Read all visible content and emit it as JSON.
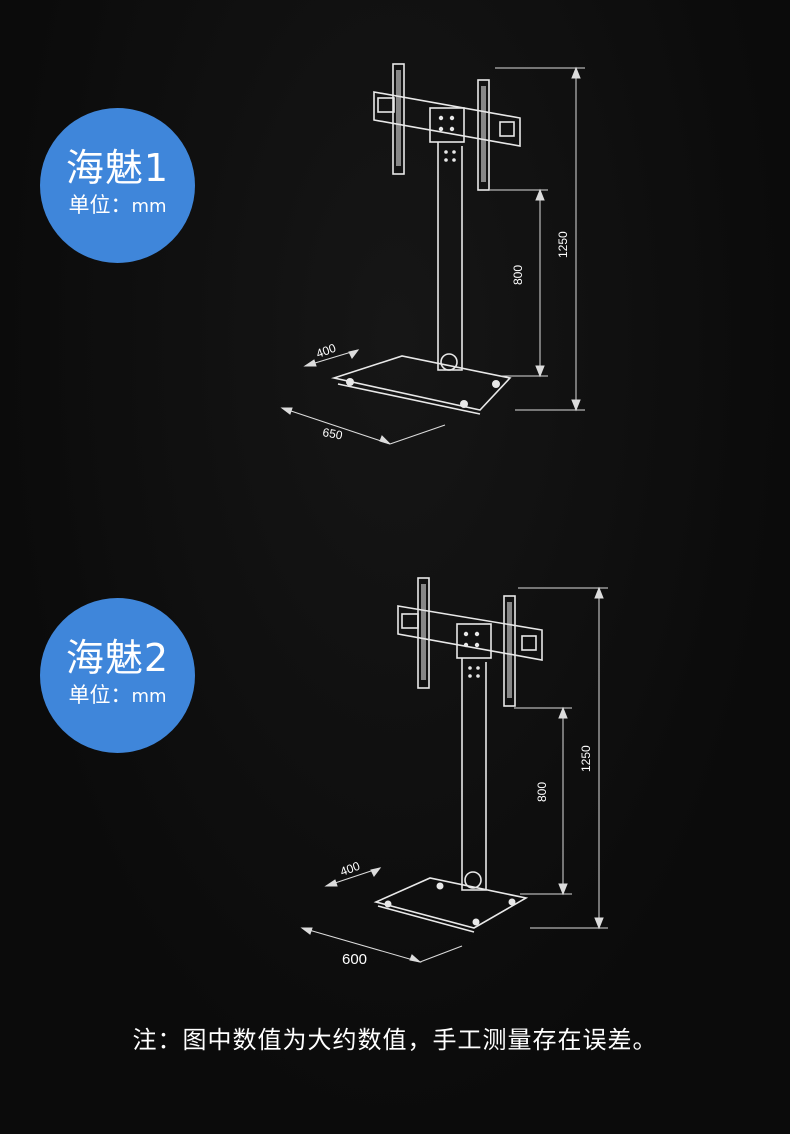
{
  "models": [
    {
      "name": "海魅1",
      "unit_label": "单位：",
      "unit": "mm",
      "dims": {
        "height": "1250",
        "pole": "800",
        "depth": "400",
        "width": "650"
      }
    },
    {
      "name": "海魅2",
      "unit_label": "单位：",
      "unit": "mm",
      "dims": {
        "height": "1250",
        "pole": "800",
        "depth": "400",
        "width": "600"
      }
    }
  ],
  "note": "注：图中数值为大约数值，手工测量存在误差。",
  "colors": {
    "badge": "#3f86da",
    "background": "#0c0c0c",
    "line": "#ffffff"
  }
}
